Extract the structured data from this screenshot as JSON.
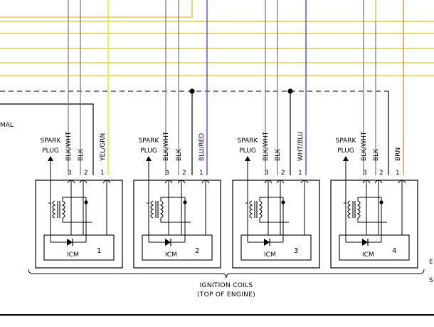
{
  "diagram": {
    "colors": {
      "background": "#ffffff",
      "line": "#000000",
      "gray_wire": "#7f7f7f",
      "yellow_wire": "#e0c020",
      "yelgrn_wire": "#c8f000",
      "purple_wire": "#7a2fa8",
      "blue_wire": "#3a3ae0",
      "brown_wire": "#c8922a"
    },
    "left_edge_label": "MAL",
    "right_edge_labels": [
      "E",
      "S"
    ],
    "caption": {
      "line1": "IGNITION COILS",
      "line2": "(TOP OF ENGINE)"
    },
    "coils": [
      {
        "spark_line1": "SPARK",
        "spark_line2": "PLUG",
        "icm_label": "ICM",
        "number": "1",
        "pins": [
          "3",
          "2",
          "1"
        ],
        "wires": [
          "BLK/WHT",
          "BLK",
          "YEL/GRN"
        ]
      },
      {
        "spark_line1": "SPARK",
        "spark_line2": "PLUG",
        "icm_label": "ICM",
        "number": "2",
        "pins": [
          "3",
          "2",
          "1"
        ],
        "wires": [
          "BLK/WHT",
          "BLK",
          "BLU/RED"
        ]
      },
      {
        "spark_line1": "SPARK",
        "spark_line2": "PLUG",
        "icm_label": "ICM",
        "number": "3",
        "pins": [
          "3",
          "2",
          "1"
        ],
        "wires": [
          "BLK/WHT",
          "BLK",
          "WHT/BLU"
        ]
      },
      {
        "spark_line1": "SPARK",
        "spark_line2": "PLUG",
        "icm_label": "ICM",
        "number": "4",
        "pins": [
          "3",
          "2",
          "1"
        ],
        "wires": [
          "BLK/WHT",
          "BLK",
          "BRN"
        ]
      }
    ]
  }
}
